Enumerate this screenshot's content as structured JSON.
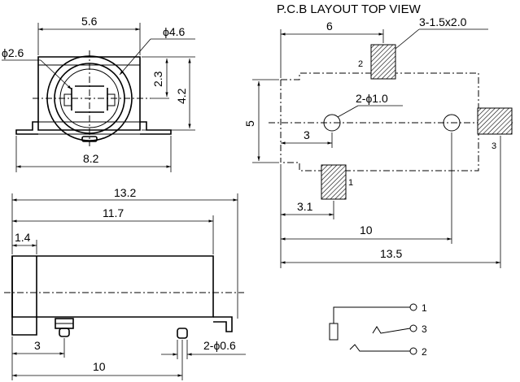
{
  "title": "P.C.B LAYOUT TOP VIEW",
  "front_view": {
    "width": "5.6",
    "hole_small": "ϕ2.6",
    "hole_large": "ϕ4.6",
    "center_height": "2.3",
    "height": "4.2",
    "base_width": "8.2"
  },
  "side_view": {
    "overall_length": "13.2",
    "body_length": "11.7",
    "flange": "1.4",
    "pin_offset": "3",
    "pin_span": "10",
    "pin_diameter": "2-ϕ0.6"
  },
  "pcb": {
    "pad_top_offset": "6",
    "pad_size": "3-1.5x2.0",
    "hole_spec": "2-ϕ1.0",
    "height": "5",
    "hole_offset": "3",
    "pad_bottom_offset": "3.1",
    "hole_span": "10",
    "total_length": "13.5",
    "pin_labels": [
      "1",
      "2",
      "3"
    ]
  },
  "schematic": {
    "pins": [
      "1",
      "3",
      "2"
    ]
  }
}
